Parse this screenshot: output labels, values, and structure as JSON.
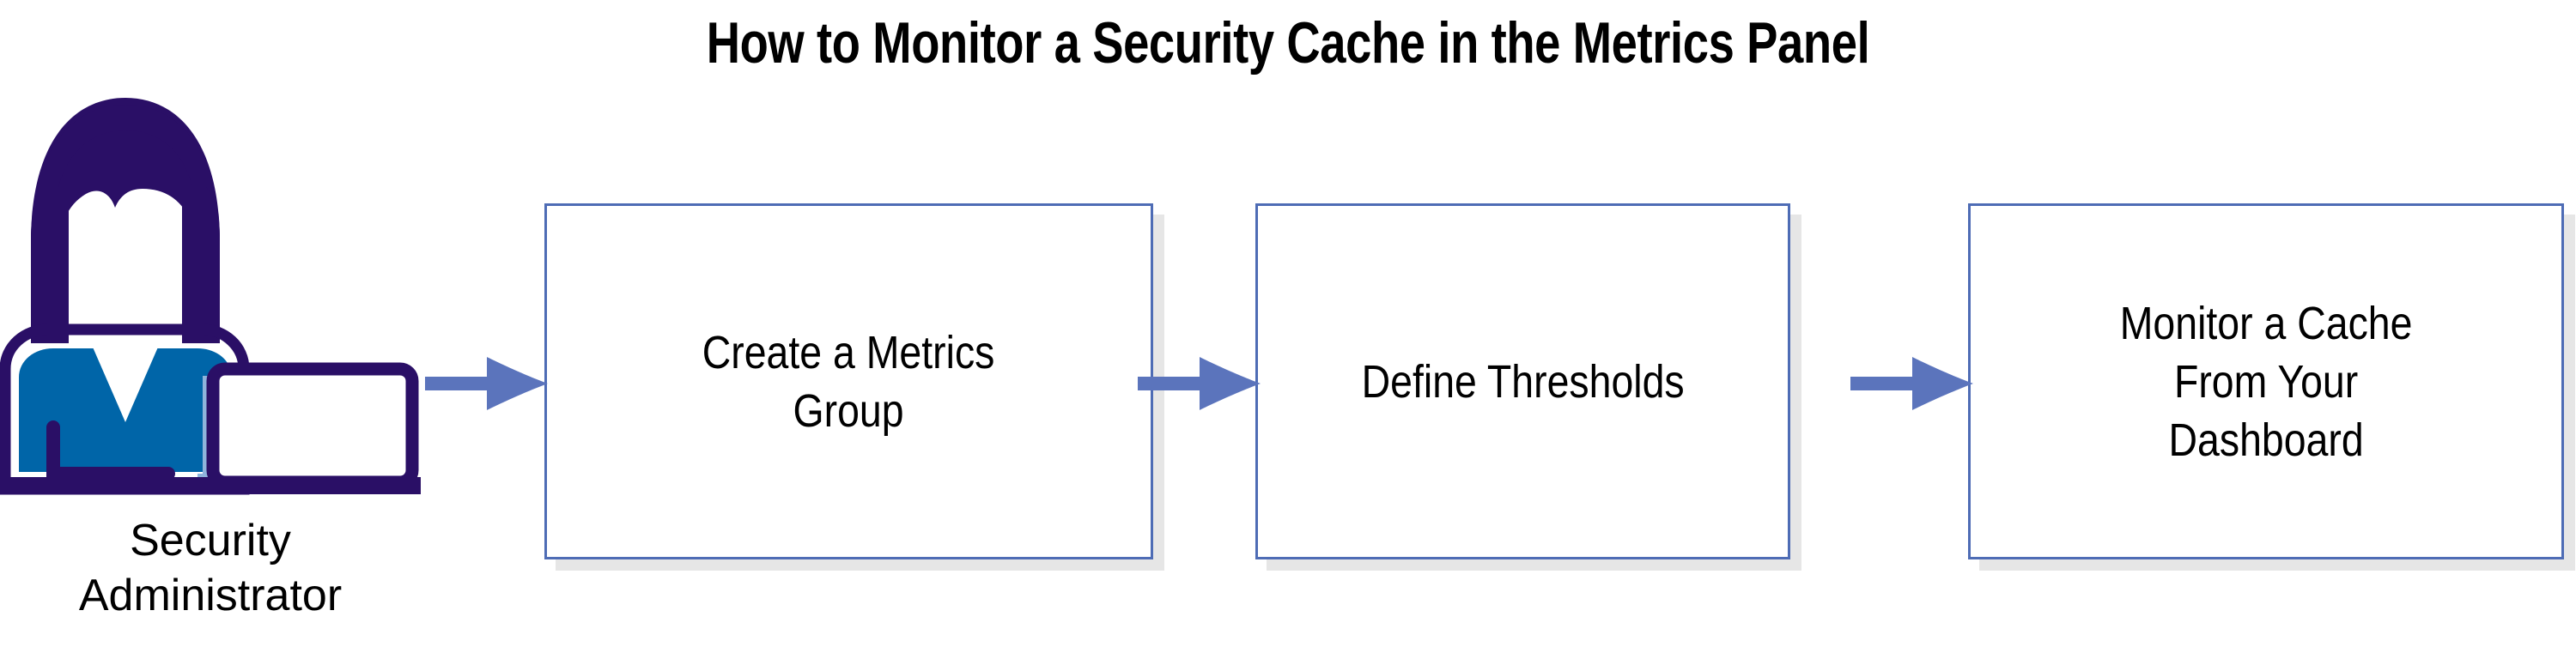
{
  "title": "How to Monitor a Security Cache in the Metrics Panel",
  "actor": {
    "icon": "security-administrator-avatar-icon",
    "label_line1": "Security",
    "label_line2": "Administrator"
  },
  "flow": {
    "steps": [
      {
        "id": "create-metrics-group",
        "label": "Create a Metrics\nGroup"
      },
      {
        "id": "define-thresholds",
        "label": "Define Thresholds"
      },
      {
        "id": "monitor-cache-dashboard",
        "label": "Monitor a Cache\nFrom Your\nDashboard"
      }
    ],
    "connectors": [
      {
        "id": "arrow-actor-to-step1",
        "icon": "arrow-right-icon"
      },
      {
        "id": "arrow-step1-to-step2",
        "icon": "arrow-right-icon"
      },
      {
        "id": "arrow-step2-to-step3",
        "icon": "arrow-right-icon"
      }
    ]
  },
  "colors": {
    "box_border": "#4E6CB5",
    "box_fill": "#FFFFFF",
    "box_shadow": "#E6E6E6",
    "arrow": "#5B74BC",
    "hair_navy": "#2A0F66",
    "sweater_blue": "#0065A8",
    "accent_light_blue": "#8FB4DC",
    "text": "#000000",
    "background": "#FFFFFF"
  }
}
